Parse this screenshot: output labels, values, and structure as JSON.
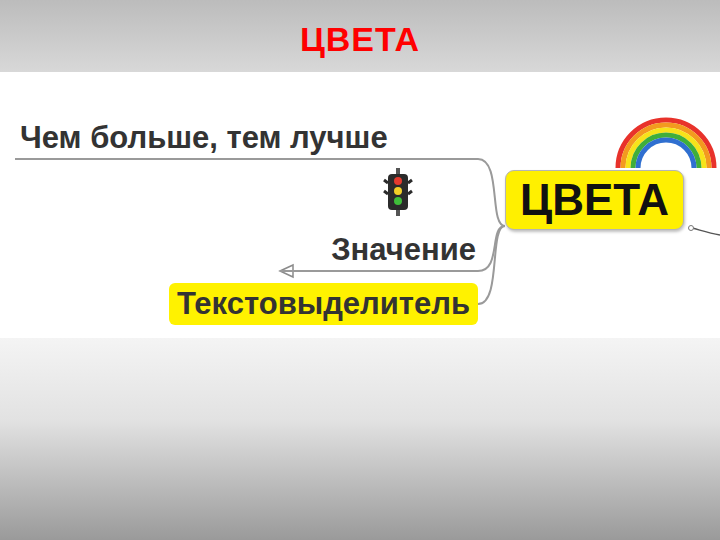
{
  "diagram": {
    "title": "ЦВЕТА",
    "nodes": [
      {
        "text": [
          "Чем больше, тем лучше"
        ]
      },
      {
        "text": [
          "ЦВЕТА"
        ]
      },
      {
        "text": [
          "Значение"
        ]
      },
      {
        "text": [
          "Текстовыделитель"
        ]
      }
    ],
    "edges": [
      {
        "from": 1,
        "to": 0,
        "arrow": "none"
      },
      {
        "from": 1,
        "to": 2,
        "arrow": "none"
      },
      {
        "from": 1,
        "to": 3,
        "arrow": "none"
      }
    ]
  }
}
